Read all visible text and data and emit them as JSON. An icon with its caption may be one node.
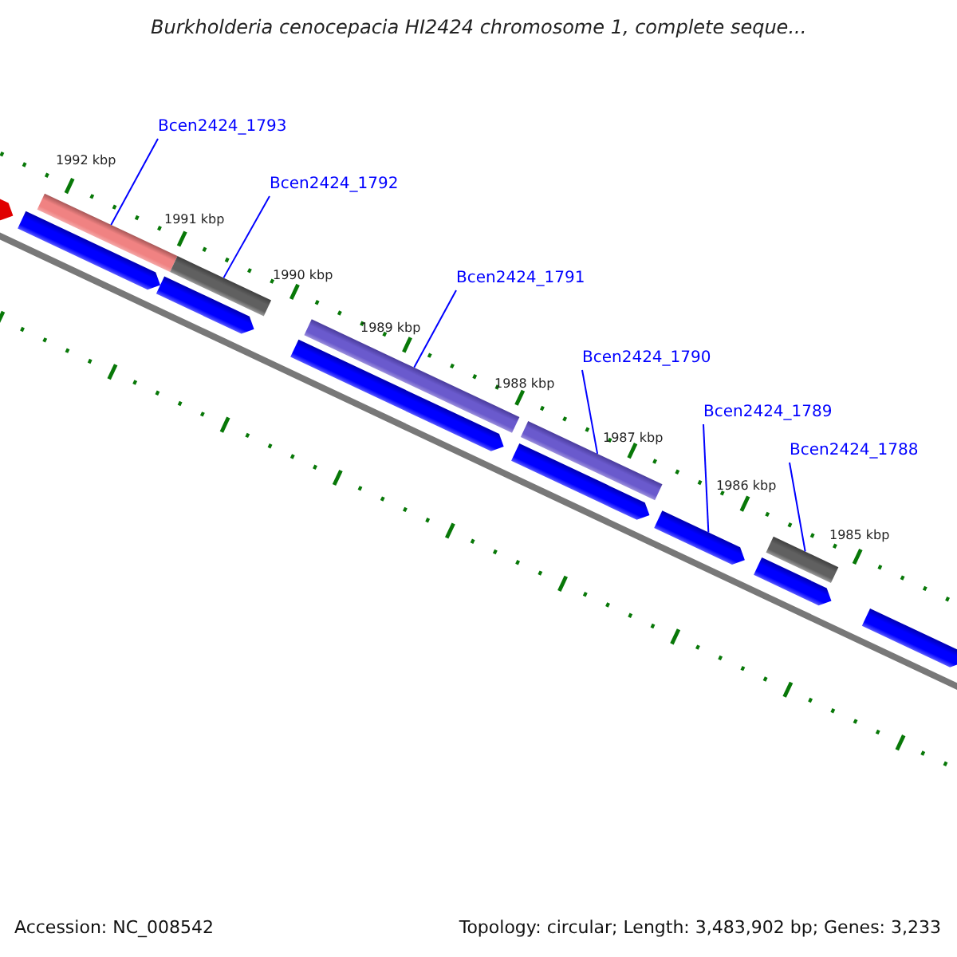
{
  "diagram": {
    "title": "Burkholderia cenocepacia HI2424 chromosome 1, complete seque...",
    "nodes": [
      {
        "text": [
          "Bcen2424_1793"
        ]
      },
      {
        "text": [
          "Bcen2424_1792"
        ]
      },
      {
        "text": [
          "Bcen2424_1791"
        ]
      },
      {
        "text": [
          "Bcen2424_1790"
        ]
      },
      {
        "text": [
          "Bcen2424_1789"
        ]
      },
      {
        "text": [
          "Bcen2424_1788"
        ]
      },
      {
        "text": [],
        "shape": "arrow"
      },
      {
        "text": [],
        "shape": "arrow"
      },
      {
        "text": [],
        "shape": "bar"
      },
      {
        "text": [],
        "shape": "arrow"
      },
      {
        "text": [],
        "shape": "bar"
      },
      {
        "text": [],
        "shape": "arrow"
      },
      {
        "text": [],
        "shape": "bar"
      },
      {
        "text": [],
        "shape": "bar"
      },
      {
        "text": [],
        "shape": "arrow"
      },
      {
        "text": [],
        "shape": "arrow"
      },
      {
        "text": [],
        "shape": "arrow"
      },
      {
        "text": [],
        "shape": "bar"
      },
      {
        "text": [],
        "shape": "arrow"
      }
    ],
    "edges": [
      {
        "from": 0,
        "to": 8,
        "arrow": "none"
      },
      {
        "from": 1,
        "to": 10,
        "arrow": "none"
      },
      {
        "from": 2,
        "to": 12,
        "arrow": "none"
      },
      {
        "from": 3,
        "to": 13,
        "arrow": "none"
      },
      {
        "from": 4,
        "to": 15,
        "arrow": "none"
      },
      {
        "from": 5,
        "to": 17,
        "arrow": "none"
      }
    ],
    "labels": [
      "1992 kbp",
      "1991 kbp",
      "1990 kbp",
      "1989 kbp",
      "1988 kbp",
      "1987 kbp",
      "1986 kbp",
      "1985 kbp",
      "Accession: NC_008542",
      "Topology: circular; Length: 3,483,902 bp; Genes: 3,233"
    ]
  }
}
